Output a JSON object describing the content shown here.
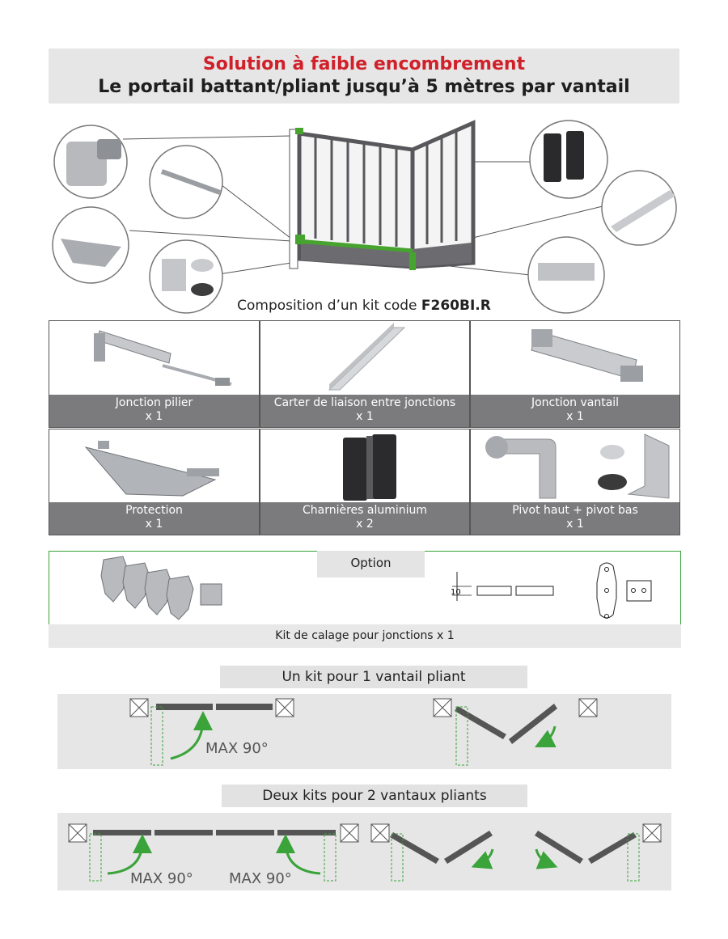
{
  "header": {
    "title": "Solution à faible encombrement",
    "subtitle": "Le portail battant/pliant jusqu’à 5 mètres par vantail"
  },
  "kit": {
    "caption_prefix": "Composition d’un kit code ",
    "code": "F260BI.R"
  },
  "parts": [
    {
      "name": "Jonction pilier",
      "qty": "x 1"
    },
    {
      "name": "Carter de liaison entre jonctions",
      "qty": "x 1"
    },
    {
      "name": "Jonction vantail",
      "qty": "x 1"
    },
    {
      "name": "Protection",
      "qty": "x 1"
    },
    {
      "name": "Charnières aluminium",
      "qty": "x 2"
    },
    {
      "name": "Pivot haut + pivot bas",
      "qty": "x 1"
    }
  ],
  "option": {
    "tag": "Option",
    "footer": "Kit de calage pour jonctions x 1",
    "dimension": "10"
  },
  "diagrams": {
    "single_title": "Un kit pour 1 vantail pliant",
    "double_title": "Deux kits pour 2 vantaux pliants",
    "max_label": "MAX 90°"
  },
  "colors": {
    "title_red": "#d0202a",
    "label_gray": "#7b7b7d",
    "accent_green": "#3aa33a"
  }
}
